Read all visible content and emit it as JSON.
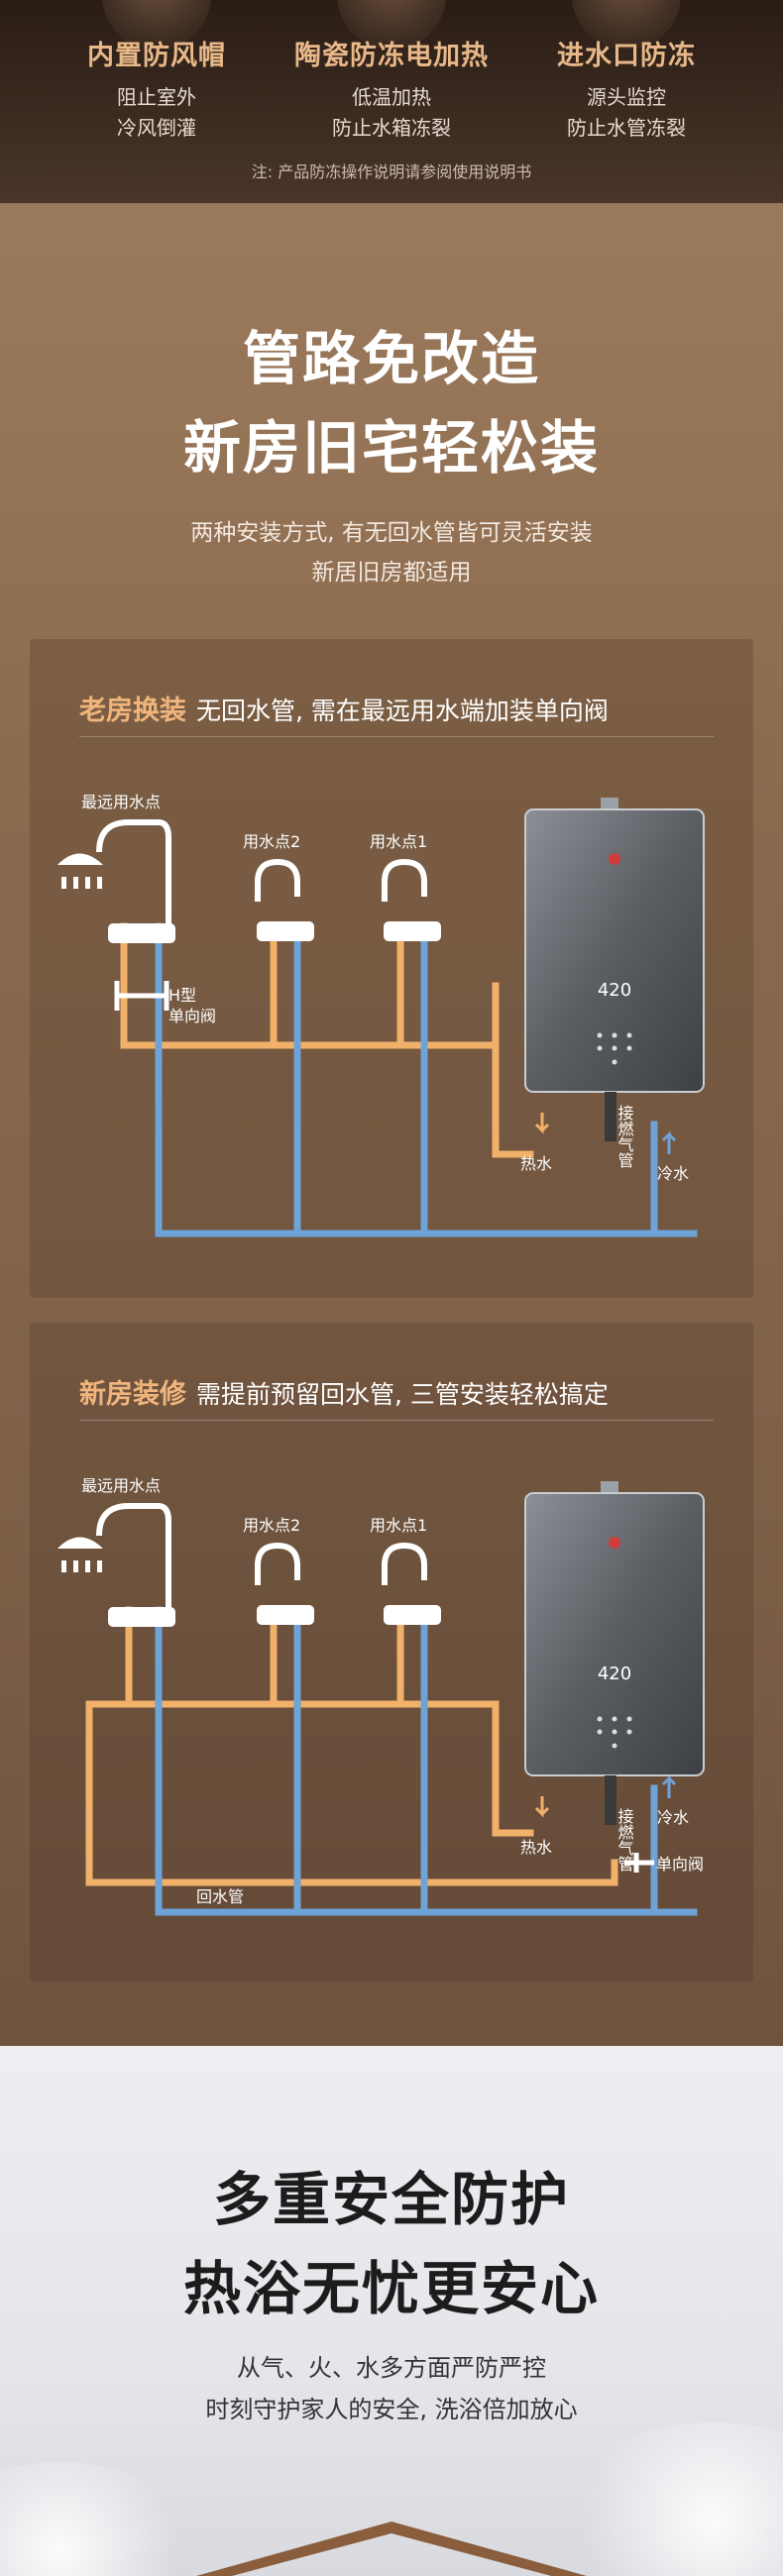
{
  "features": [
    {
      "title": "内置防风帽",
      "line1": "阻止室外",
      "line2": "冷风倒灌"
    },
    {
      "title": "陶瓷防冻电加热",
      "line1": "低温加热",
      "line2": "防止水箱冻裂"
    },
    {
      "title": "进水口防冻",
      "line1": "源头监控",
      "line2": "防止水管冻裂"
    }
  ],
  "features_note": "注: 产品防冻操作说明请参阅使用说明书",
  "install": {
    "title_line1": "管路免改造",
    "title_line2": "新房旧宅轻松装",
    "sub_line1": "两种安装方式, 有无回水管皆可灵活安装",
    "sub_line2": "新居旧房都适用"
  },
  "old_house": {
    "tag": "老房换装",
    "desc": "无回水管, 需在最远用水端加装单向阀",
    "labels": {
      "farthest": "最远用水点",
      "point2": "用水点2",
      "point1": "用水点1",
      "h_type": "H型",
      "check_valve": "单向阀",
      "hot": "热水",
      "gas": "接燃气管",
      "cold": "冷水"
    }
  },
  "new_house": {
    "tag": "新房装修",
    "desc": "需提前预留回水管, 三管安装轻松搞定",
    "labels": {
      "farthest": "最远用水点",
      "point2": "用水点2",
      "point1": "用水点1",
      "return": "回水管",
      "hot": "热水",
      "gas": "接燃气管",
      "cold": "冷水",
      "check_valve": "单向阀"
    }
  },
  "heater_display": "420",
  "safety": {
    "title_line1": "多重安全防护",
    "title_line2": "热浴无忧更安心",
    "sub_line1": "从气、火、水多方面严防严控",
    "sub_line2": "时刻守护家人的安全, 洗浴倍加放心"
  },
  "colors": {
    "hot_pipe": "#f2b16a",
    "cold_pipe": "#6ea3d8",
    "accent": "#f0b57c"
  }
}
